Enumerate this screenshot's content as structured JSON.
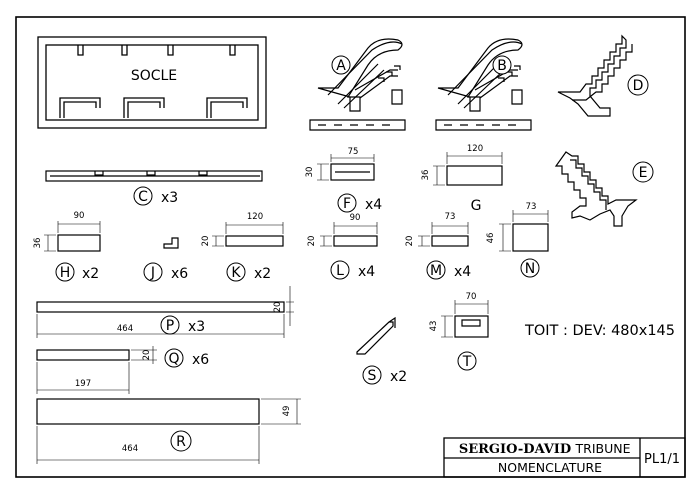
{
  "sheet": {
    "socle_label": "SOCLE",
    "roof_note": "TOIT : DEV: 480x145",
    "title_block": {
      "project": "SERGIO-DAVID",
      "subject": "TRIBUNE",
      "drawing": "NOMENCLATURE",
      "plate": "PL1/1"
    }
  },
  "parts": {
    "A": {
      "letter": "A"
    },
    "B": {
      "letter": "B"
    },
    "C": {
      "letter": "C",
      "qty": "x3"
    },
    "D": {
      "letter": "D"
    },
    "E": {
      "letter": "E"
    },
    "F": {
      "letter": "F",
      "qty": "x4",
      "w": "75",
      "h": "30"
    },
    "G": {
      "letter": "G",
      "w": "120",
      "h": "36"
    },
    "H": {
      "letter": "H",
      "qty": "x2",
      "w": "90",
      "h": "36"
    },
    "J": {
      "letter": "J",
      "qty": "x6"
    },
    "K": {
      "letter": "K",
      "qty": "x2",
      "w": "120",
      "h": "20"
    },
    "L": {
      "letter": "L",
      "qty": "x4",
      "w": "90",
      "h": "20"
    },
    "M": {
      "letter": "M",
      "qty": "x4",
      "w": "73",
      "h": "20"
    },
    "N": {
      "letter": "N",
      "w": "73",
      "h": "46"
    },
    "P": {
      "letter": "P",
      "qty": "x3",
      "w": "464",
      "h": "20"
    },
    "Q": {
      "letter": "Q",
      "qty": "x6",
      "w": "197",
      "h": "20"
    },
    "R": {
      "letter": "R",
      "w": "464",
      "h": "49"
    },
    "S": {
      "letter": "S",
      "qty": "x2"
    },
    "T": {
      "letter": "T",
      "w": "70",
      "h": "43"
    }
  }
}
